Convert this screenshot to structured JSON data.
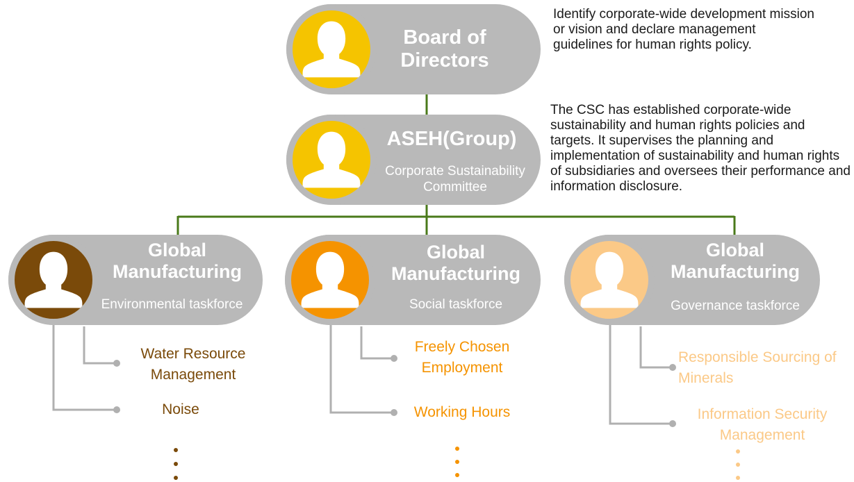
{
  "colors": {
    "box_gray": "#b9b9b9",
    "connector_green": "#4a7a1a",
    "connector_gray": "#b0b0b0",
    "avatar_top": "#f5c400",
    "env": "#7a4a0a",
    "social": "#f59300",
    "governance": "#fbc987"
  },
  "board": {
    "title": "Board of Directors",
    "description": "Identify corporate-wide development mission or vision and declare management guidelines for human rights policy."
  },
  "group": {
    "title": "ASEH(Group)",
    "subtitle": "Corporate Sustainability Committee",
    "description": "The CSC has established corporate-wide sustainability and human rights policies and targets. It supervises the planning and implementation of sustainability and human rights of subsidiaries and oversees their performance and information disclosure."
  },
  "taskforces": [
    {
      "title": "Global Manufacturing",
      "subtitle": "Environmental taskforce",
      "topics": [
        "Water Resource Management",
        "Noise"
      ],
      "ellipsis": "⋮"
    },
    {
      "title": "Global Manufacturing",
      "subtitle": "Social taskforce",
      "topics": [
        "Freely Chosen Employment",
        "Working Hours"
      ],
      "ellipsis": "⋮"
    },
    {
      "title": "Global Manufacturing",
      "subtitle": "Governance taskforce",
      "topics": [
        "Responsible Sourcing of Minerals",
        "Information Security Management"
      ],
      "ellipsis": "⋮"
    }
  ]
}
